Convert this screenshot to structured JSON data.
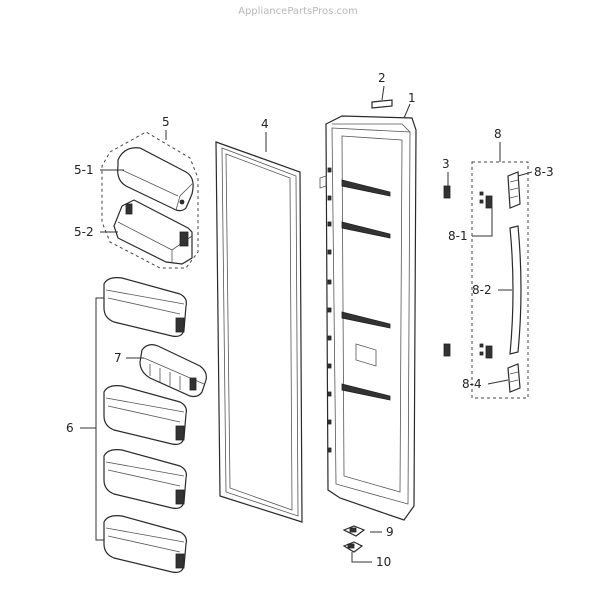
{
  "watermark": "AppliancePartsPros.com",
  "callouts": {
    "c1": "1",
    "c2": "2",
    "c3": "3",
    "c4": "4",
    "c5": "5",
    "c5_1": "5-1",
    "c5_2": "5-2",
    "c6": "6",
    "c7": "7",
    "c8": "8",
    "c8_1": "8-1",
    "c8_2": "8-2",
    "c8_3": "8-3",
    "c8_4": "8-4",
    "c9": "9",
    "c10": "10"
  }
}
